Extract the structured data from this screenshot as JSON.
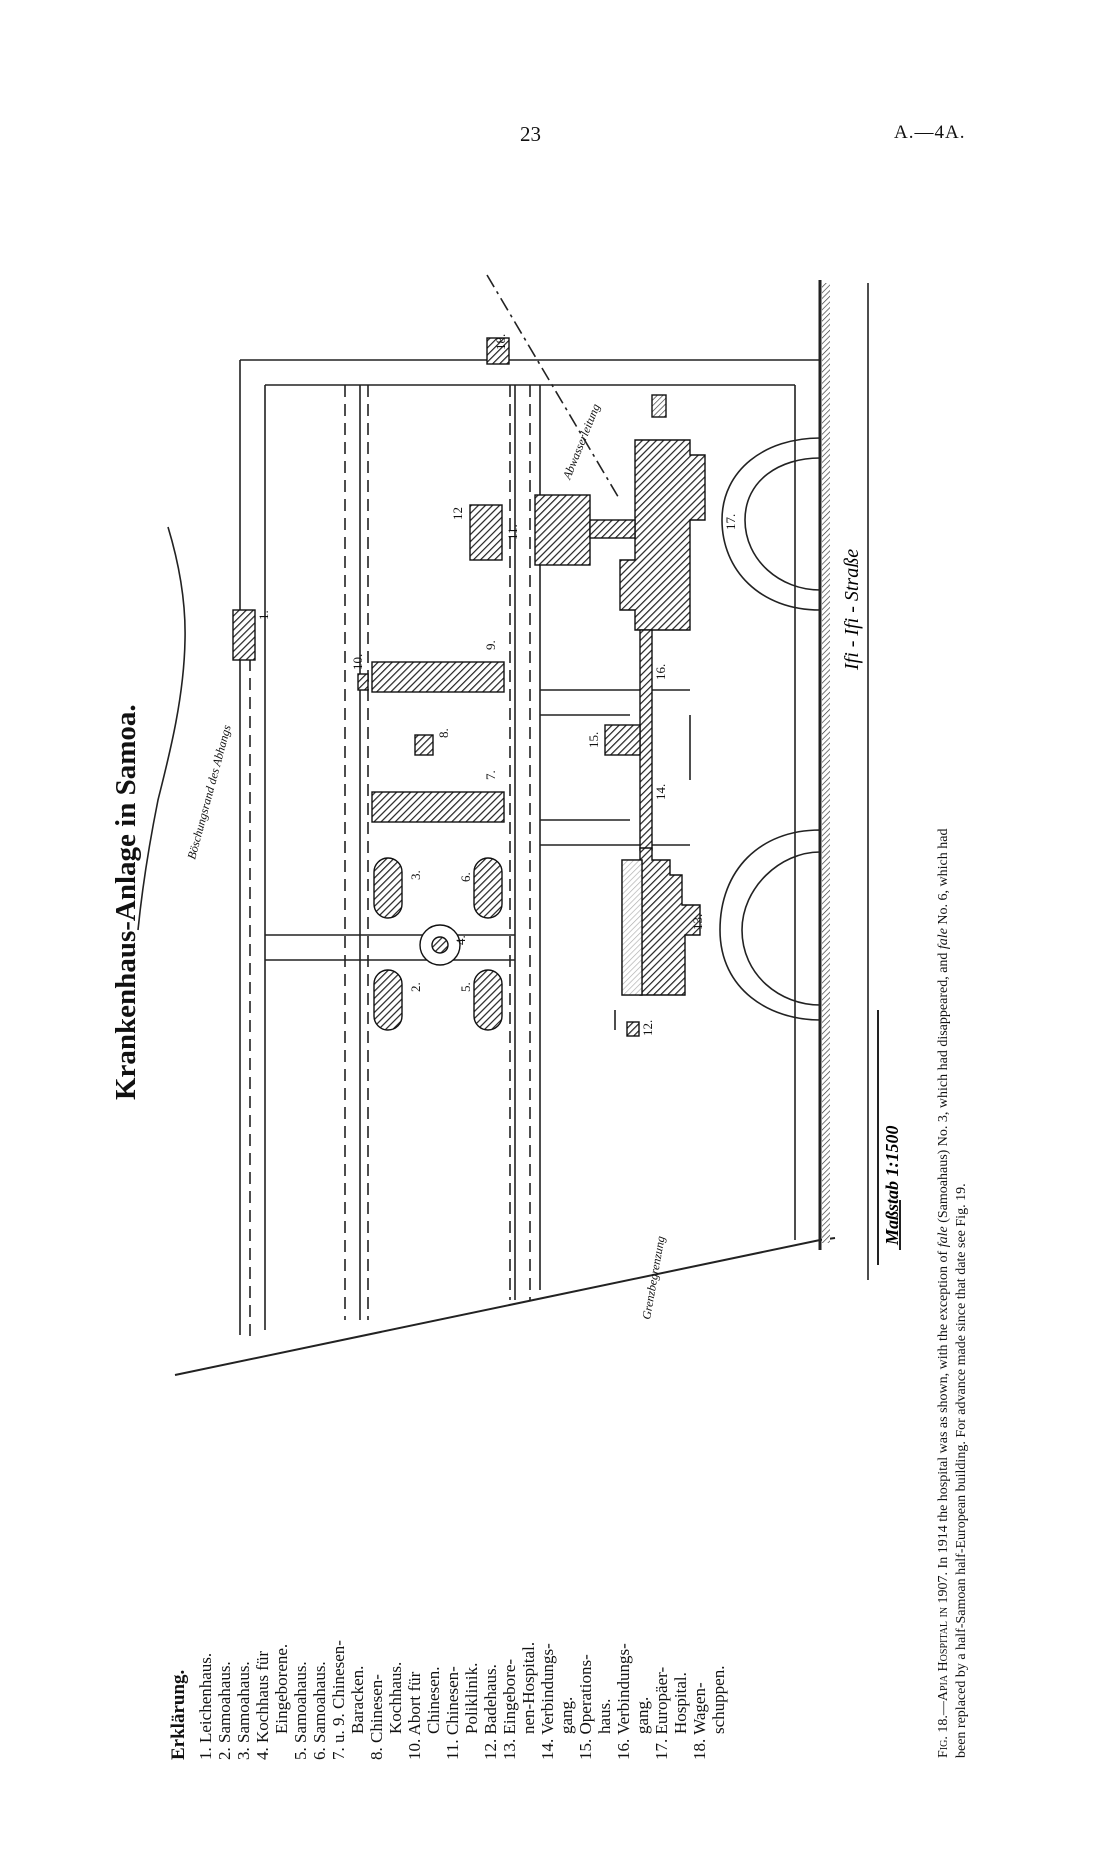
{
  "page": {
    "number": "23",
    "reference": "A.—4A."
  },
  "title": "Krankenhaus-Anlage in Samoa.",
  "legend": {
    "heading": "Erklärung.",
    "items": [
      "1. Leichenhaus.",
      "2. Samoahaus.",
      "3. Samoahaus.",
      "4. Kochhaus für",
      "Eingeborene.",
      "5. Samoahaus.",
      "6. Samoahaus.",
      "7. u. 9. Chinesen-",
      "Baracken.",
      "8. Chinesen-",
      "Kochhaus.",
      "10. Abort für",
      "Chinesen.",
      "11. Chinesen-",
      "Poliklinik.",
      "12. Badehaus.",
      "13. Eingebore-",
      "nen-Hospital.",
      "14. Verbindungs-",
      "gang.",
      "15. Operations-",
      "haus.",
      "16. Verbindungs-",
      "gang.",
      "17. Europäer-",
      "Hospital.",
      "18. Wagen-",
      "schuppen."
    ]
  },
  "plan_labels": {
    "n1": "1.",
    "n2": "2.",
    "n3": "3.",
    "n4": "4.",
    "n5": "5.",
    "n6": "6.",
    "n7": "7.",
    "n8": "8.",
    "n9": "9.",
    "n10": "10.",
    "n11": "11.",
    "n12a": "12",
    "n12b": "12.",
    "n13": "13.",
    "n14": "14.",
    "n15": "15.",
    "n16": "16.",
    "n17": "17.",
    "n18": "18.",
    "slope": "Böschungsrand des Abhangs",
    "street": "Ifi - Ifi - Straße",
    "grenze": "Grenzbegrenzung",
    "leitung": "Abwasserleitung",
    "scale": "Maßstab 1:1500"
  },
  "caption": {
    "line1_prefix": "Fig. 18.—Apia Hospital in 1907.",
    "line1_a": "In 1914 the hospital was as shown, with the exception of",
    "fale1": "fale",
    "line1_b": "(Samoahaus) No. 3, which had disappeared, and",
    "fale2": "fale",
    "line1_c": "No. 6, which had",
    "line2": "been replaced by a half-Samoan half-European building.   For advance made since that date see Fig. 19."
  }
}
